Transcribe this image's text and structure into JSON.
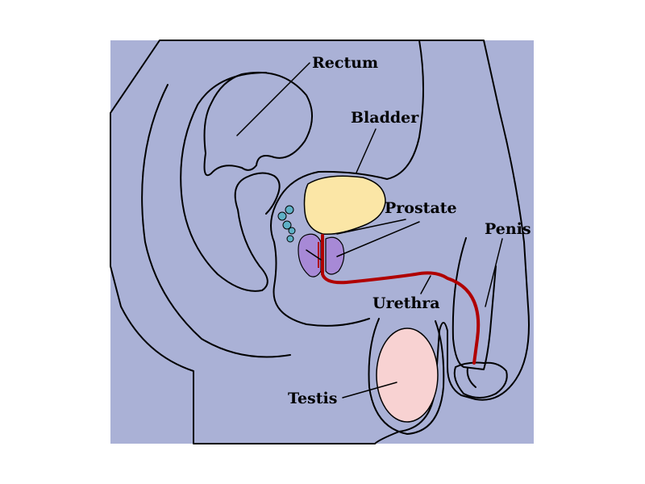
{
  "labels": {
    "rectum": "Rectum",
    "bladder": "Bladder",
    "prostate": "Prostate",
    "penis": "Penis",
    "urethra": "Urethra",
    "testis": "Testis"
  },
  "colors": {
    "background": "#aab1d6",
    "body_fill": "#ffffff",
    "outline": "#000000",
    "bladder": "#fbe6a6",
    "prostate": "#a789d6",
    "seminal_glands": "#5fb0c6",
    "urethra": "#b00000",
    "testis": "#f8d2d2"
  }
}
